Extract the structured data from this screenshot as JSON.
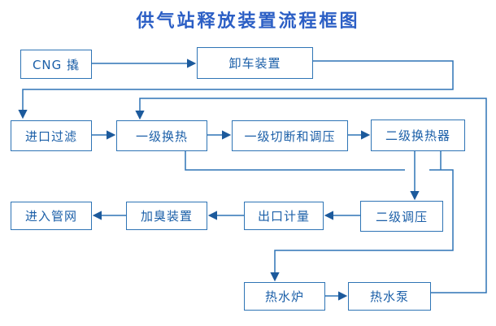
{
  "title": "供气站释放装置流程框图",
  "colors": {
    "line": "#2e74b5",
    "arrow": "#1c5a9c",
    "box_text": "#1b5fa8",
    "title_text": "#2c5fc5",
    "background": "#ffffff"
  },
  "flowchart": {
    "nodes": {
      "cng_skid": {
        "label": "CNG 撬"
      },
      "unloading_device": {
        "label": "卸车装置"
      },
      "inlet_filter": {
        "label": "进口过滤"
      },
      "primary_heat_exchanger": {
        "label": "一级换热"
      },
      "primary_shutoff_regulator": {
        "label": "一级切断和调压"
      },
      "secondary_heat_exchanger": {
        "label": "二级换热器"
      },
      "secondary_regulator": {
        "label": "二级调压"
      },
      "outlet_metering": {
        "label": "出口计量"
      },
      "odorizing_device": {
        "label": "加臭装置"
      },
      "into_pipeline_network": {
        "label": "进入管网"
      },
      "hot_water_boiler": {
        "label": "热水炉"
      },
      "hot_water_pump": {
        "label": "热水泵"
      }
    },
    "edges": [
      {
        "from": "cng_skid",
        "to": "unloading_device"
      },
      {
        "from": "unloading_device",
        "to": "inlet_filter"
      },
      {
        "from": "inlet_filter",
        "to": "primary_heat_exchanger"
      },
      {
        "from": "primary_heat_exchanger",
        "to": "primary_shutoff_regulator"
      },
      {
        "from": "primary_shutoff_regulator",
        "to": "secondary_heat_exchanger"
      },
      {
        "from": "secondary_heat_exchanger",
        "to": "secondary_regulator"
      },
      {
        "from": "secondary_regulator",
        "to": "outlet_metering"
      },
      {
        "from": "outlet_metering",
        "to": "odorizing_device"
      },
      {
        "from": "odorizing_device",
        "to": "into_pipeline_network"
      },
      {
        "from": "primary_heat_exchanger",
        "to": "hot_water_boiler"
      },
      {
        "from": "secondary_heat_exchanger",
        "to": "hot_water_boiler"
      },
      {
        "from": "hot_water_boiler",
        "to": "hot_water_pump"
      },
      {
        "from": "hot_water_pump",
        "to": "primary_heat_exchanger"
      }
    ]
  }
}
